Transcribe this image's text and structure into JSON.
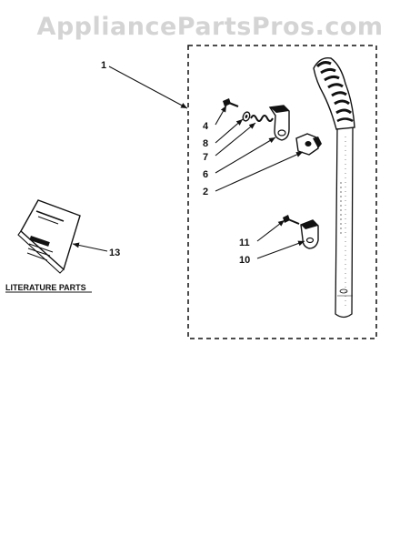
{
  "watermark": "AppliancePartsPros.com",
  "literature_label": "LITERATURE PARTS",
  "callouts": {
    "c1": "1",
    "c4": "4",
    "c8": "8",
    "c7": "7",
    "c6": "6",
    "c2": "2",
    "c11": "11",
    "c10": "10",
    "c13": "13"
  },
  "colors": {
    "ink": "#111111",
    "watermark": "#d4d4d4",
    "background": "#ffffff"
  }
}
